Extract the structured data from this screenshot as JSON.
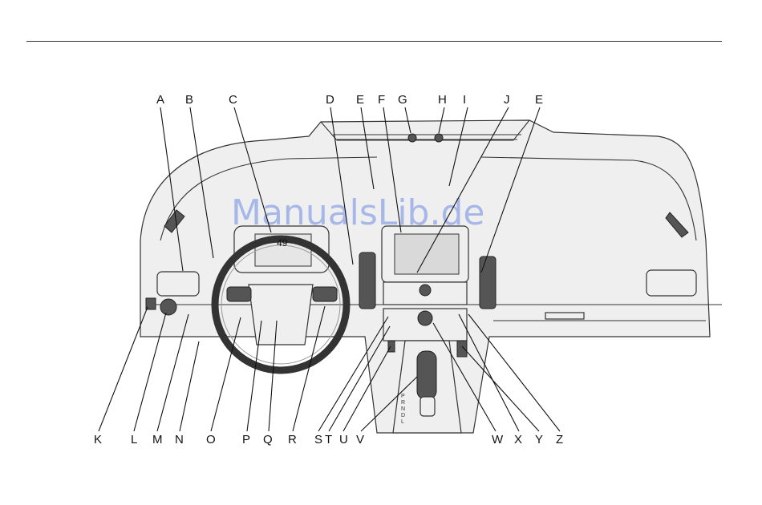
{
  "figure": {
    "watermark": "ManualsLib.de",
    "speed_readout": "49",
    "gear_letters": [
      "P",
      "R",
      "N",
      "D",
      "L"
    ],
    "callouts_top": [
      "A",
      "B",
      "C",
      "D",
      "E",
      "F",
      "G",
      "H",
      "I",
      "J",
      "E"
    ],
    "callouts_bottom": [
      "K",
      "L",
      "M",
      "N",
      "O",
      "P",
      "Q",
      "R",
      "S",
      "T",
      "U",
      "V",
      "W",
      "X",
      "Y",
      "Z"
    ]
  }
}
